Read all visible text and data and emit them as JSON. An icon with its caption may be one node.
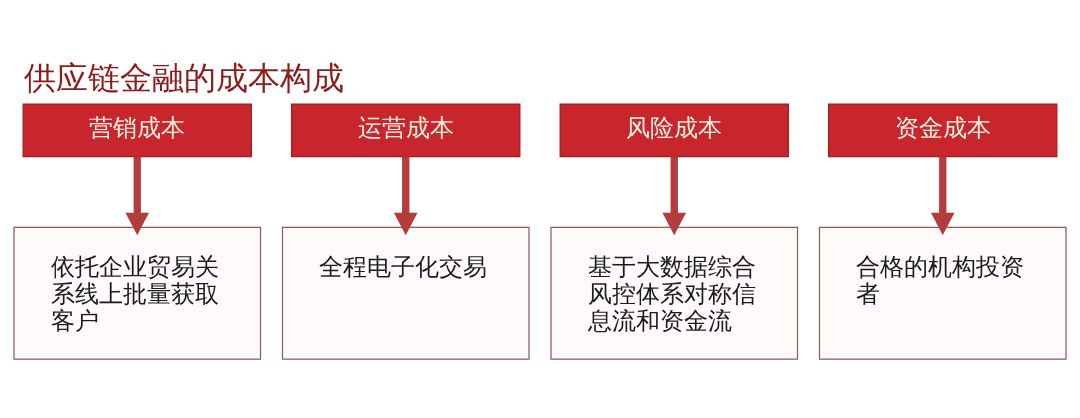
{
  "diagram": {
    "title": "供应链金融的成本构成",
    "nodes": [
      {
        "text": [
          "营销成本"
        ]
      },
      {
        "text": [
          "运营成本"
        ]
      },
      {
        "text": [
          "风险成本"
        ]
      },
      {
        "text": [
          "资金成本"
        ]
      },
      {
        "text": [
          "依托企业贸易关系线上批量获取客户"
        ]
      },
      {
        "text": [
          "全程电子化交易"
        ]
      },
      {
        "text": [
          "基于大数据综合风控体系对称信息流和资金流"
        ]
      },
      {
        "text": [
          "合格的机构投资者"
        ]
      }
    ],
    "edges": [
      {
        "from": 0,
        "to": 4,
        "arrow": "to"
      },
      {
        "from": 1,
        "to": 5,
        "arrow": "to"
      },
      {
        "from": 2,
        "to": 6,
        "arrow": "to"
      },
      {
        "from": 3,
        "to": 7,
        "arrow": "to"
      }
    ]
  }
}
